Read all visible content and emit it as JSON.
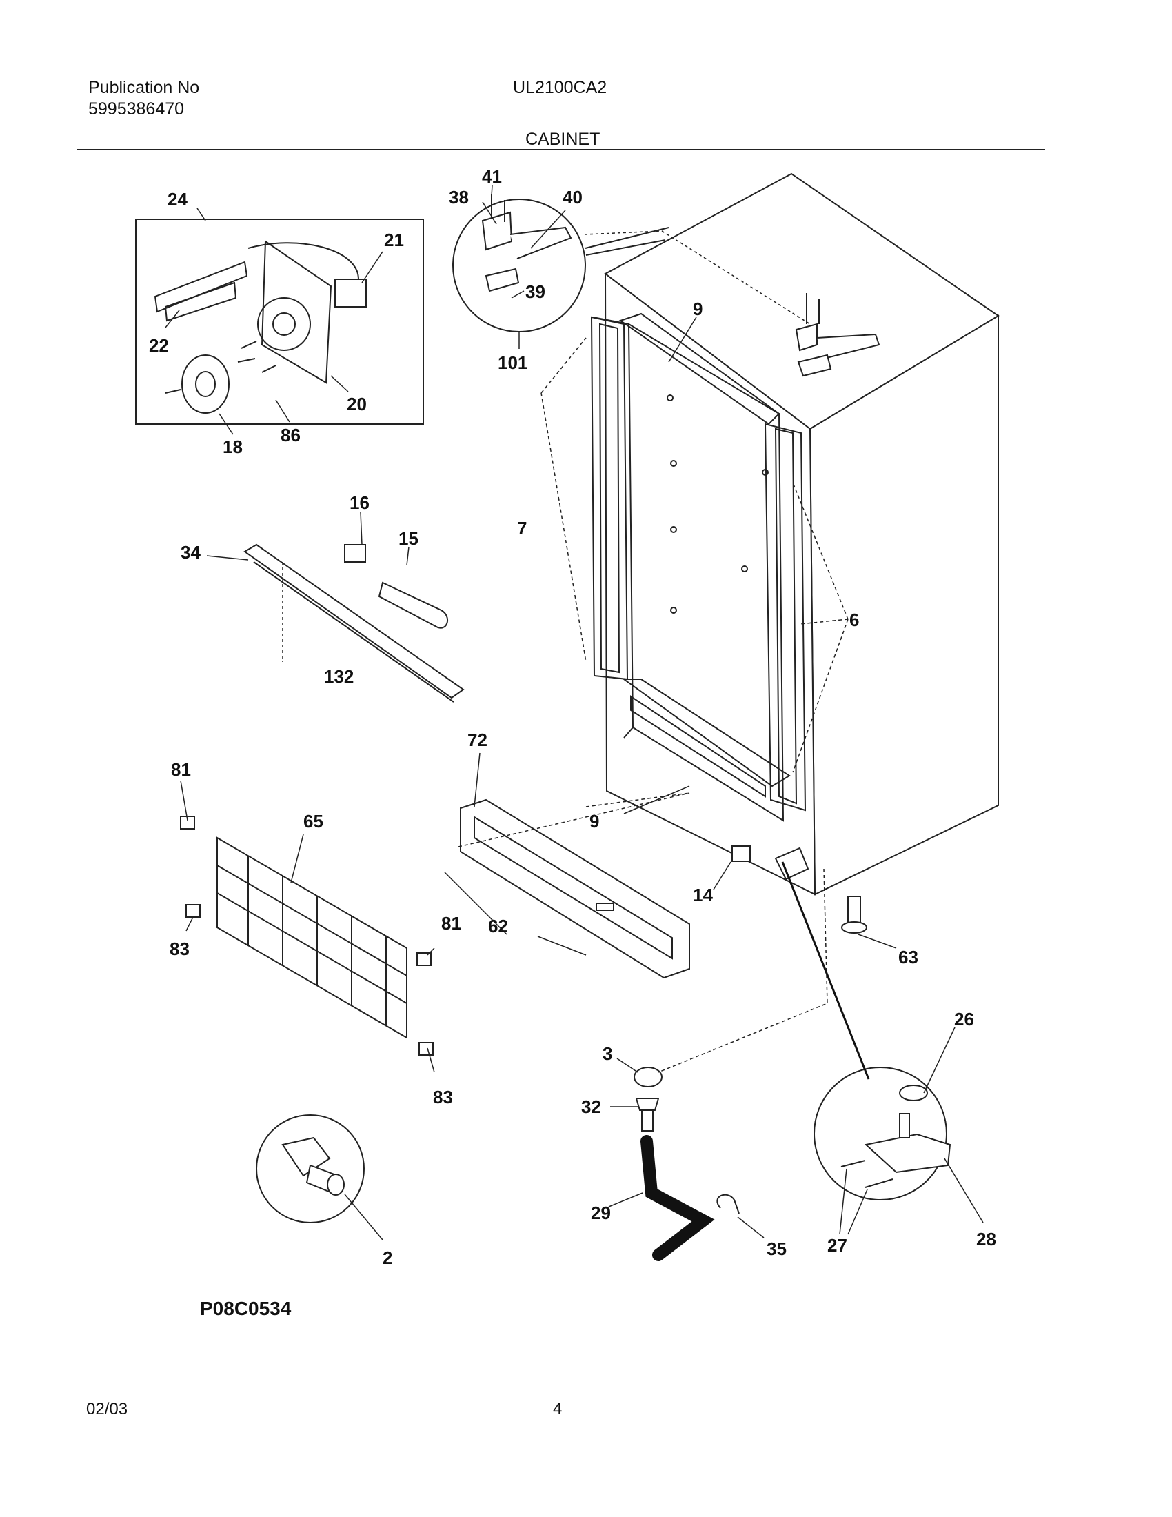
{
  "header": {
    "publication_label": "Publication No",
    "publication_number": "5995386470",
    "model": "UL2100CA2",
    "section": "CABINET"
  },
  "diagram": {
    "code": "P08C0534",
    "callouts": [
      "24",
      "21",
      "22",
      "20",
      "18",
      "86",
      "41",
      "38",
      "40",
      "39",
      "101",
      "9",
      "16",
      "15",
      "34",
      "7",
      "6",
      "132",
      "72",
      "81",
      "65",
      "9",
      "14",
      "62",
      "81",
      "63",
      "83",
      "83",
      "3",
      "26",
      "32",
      "29",
      "35",
      "27",
      "28",
      "2"
    ]
  },
  "footer": {
    "date": "02/03",
    "page": "4"
  }
}
